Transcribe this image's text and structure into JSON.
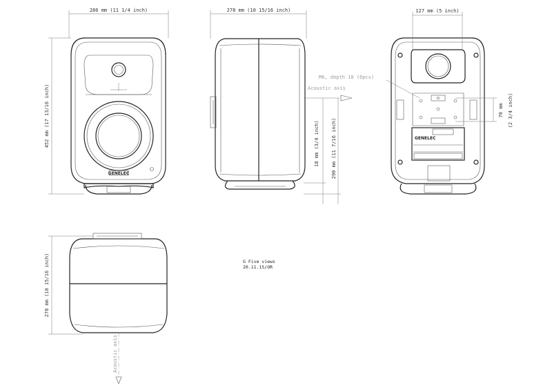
{
  "dimensions": {
    "front_width": "286 mm (11 1/4 inch)",
    "side_depth": "278 mm (10 15/16 inch)",
    "rear_width": "127 mm (5 inch)",
    "front_height": "452 mm (17 13/16 inch)",
    "rear_spacing": "70 mm",
    "rear_spacing_inch": "(2 3/4 inch)",
    "axis_offset": "18 mm (3/4 inch)",
    "axis_height": "290 mm (11 7/16 inch)",
    "bottom_depth": "278 mm (10 15/16 inch)"
  },
  "labels": {
    "acoustic_axis_side": "Acoustic axis",
    "acoustic_axis_bottom": "Acoustic axis",
    "mounting_note": "M6, depth 10 (6pcs)",
    "brand": "GENELEC"
  },
  "title_block": {
    "title": "G Five views",
    "date": "20.11.15/OR"
  },
  "colors": {
    "line": "#222222",
    "dimension": "#777777",
    "faint": "#9a9a9a",
    "background": "#ffffff"
  }
}
